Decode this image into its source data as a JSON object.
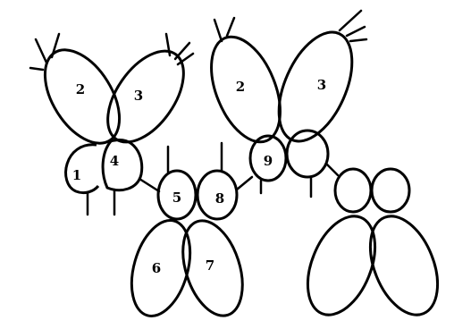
{
  "diagram": {
    "line_color": "#000000",
    "background": "#ffffff",
    "left_group": {
      "label_2": "2",
      "label_3": "3",
      "label_1": "1",
      "label_4": "4",
      "label_5": "5",
      "label_8": "8",
      "label_6": "6",
      "label_7": "7"
    },
    "right_group": {
      "label_2": "2",
      "label_3": "3",
      "label_9": "9"
    }
  }
}
